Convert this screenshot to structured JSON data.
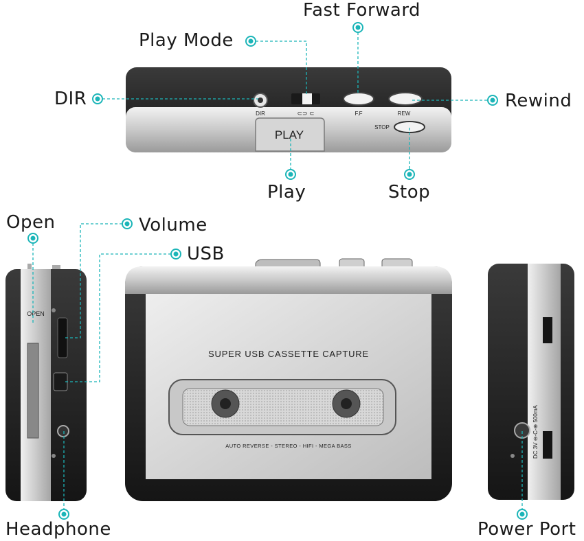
{
  "callouts": {
    "fast_forward": "Fast Forward",
    "play_mode": "Play Mode",
    "dir": "DIR",
    "rewind": "Rewind",
    "play": "Play",
    "stop": "Stop",
    "open": "Open",
    "volume": "Volume",
    "usb": "USB",
    "headphone": "Headphone",
    "power_port": "Power Port"
  },
  "device_labels": {
    "top_dir": "DIR",
    "top_ff": "F.F",
    "top_rew": "REW",
    "top_stop": "STOP",
    "top_play": "PLAY",
    "front_title": "SUPER USB CASSETTE CAPTURE",
    "front_subtitle": "AUTO REVERSE - STEREO - HIFI - MEGA BASS",
    "side_open": "OPEN",
    "side_power_spec": "DC 3V ⊖-C-⊕ 500mA"
  },
  "colors": {
    "accent": "#1bb5b8",
    "body_dark": "#2a2a2a",
    "silver": "#c8c8c8"
  }
}
